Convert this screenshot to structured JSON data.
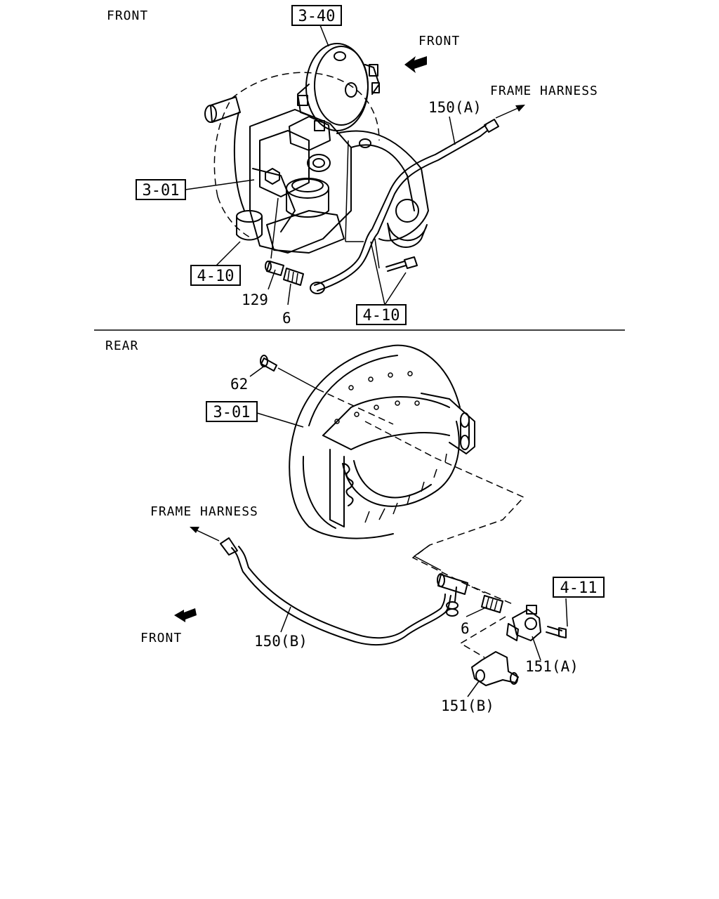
{
  "sections": {
    "front": "FRONT",
    "rear": "REAR"
  },
  "front_view": {
    "direction_label": "FRONT",
    "frame_harness_label": "FRAME HARNESS",
    "refs": {
      "ref_3_40": "3-40",
      "ref_3_01": "3-01",
      "ref_4_10_left": "4-10",
      "ref_4_10_right": "4-10"
    },
    "parts": {
      "p150a": "150(A)",
      "p129": "129",
      "p6": "6"
    }
  },
  "rear_view": {
    "direction_label": "FRONT",
    "frame_harness_label": "FRAME HARNESS",
    "refs": {
      "ref_3_01": "3-01",
      "ref_4_11": "4-11"
    },
    "parts": {
      "p62": "62",
      "p150b": "150(B)",
      "p6": "6",
      "p151a": "151(A)",
      "p151b": "151(B)"
    }
  }
}
